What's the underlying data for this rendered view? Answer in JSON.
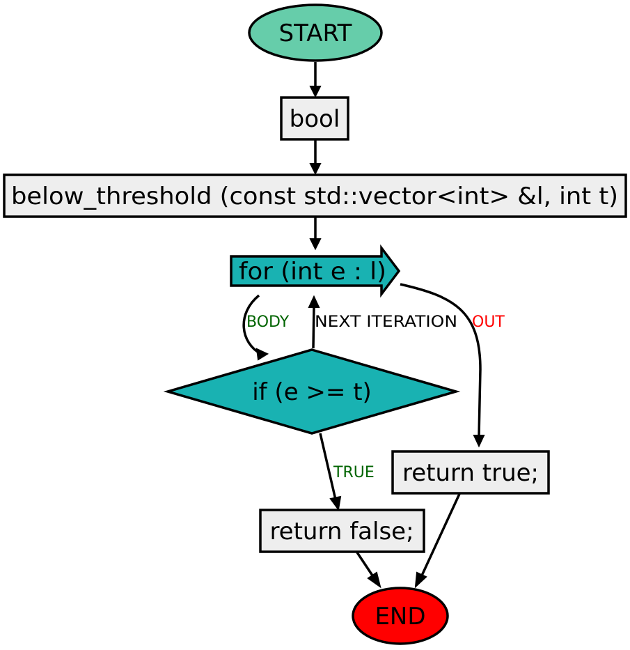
{
  "colors": {
    "start_fill": "#66cdaa",
    "end_fill": "#ff0000",
    "block_fill": "#eeeeee",
    "control_fill": "#19b2b2",
    "loop_back_edge": "#19b2b2",
    "label_body": "#006400",
    "label_true": "#006400",
    "label_out": "#ff0000",
    "label_next": "#000000"
  },
  "nodes": {
    "start": "START",
    "return_type": "bool",
    "signature": "below_threshold (const std::vector<int> &l, int t)",
    "loop": "for (int e : l)",
    "condition": "if (e >= t)",
    "return_true": "return true;",
    "return_false": "return false;",
    "end": "END"
  },
  "edge_labels": {
    "body": "BODY",
    "next_iteration": "NEXT ITERATION",
    "out": "OUT",
    "true": "TRUE"
  }
}
